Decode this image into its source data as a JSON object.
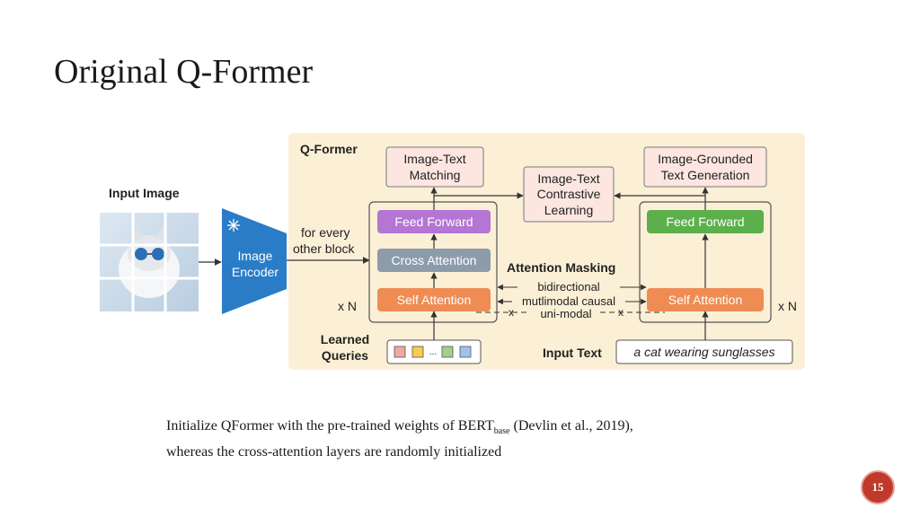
{
  "slide": {
    "title": "Original Q-Former",
    "page_number": "15"
  },
  "diagram": {
    "input_image_label": "Input Image",
    "image_encoder": [
      "Image",
      "Encoder"
    ],
    "frozen_icon": "snowflake-icon",
    "qformer_label": "Q-Former",
    "for_every_other_block": [
      "for every",
      "other block"
    ],
    "left_tower": {
      "feed_forward": "Feed Forward",
      "cross_attention": "Cross Attention",
      "self_attention": "Self Attention",
      "repeat": "x N"
    },
    "right_tower": {
      "feed_forward": "Feed Forward",
      "self_attention": "Self Attention",
      "repeat": "x N"
    },
    "objectives": {
      "itm": [
        "Image-Text",
        "Matching"
      ],
      "itc": [
        "Image-Text",
        "Contrastive",
        "Learning"
      ],
      "itg": [
        "Image-Grounded",
        "Text Generation"
      ]
    },
    "attention_masking": {
      "title": "Attention Masking",
      "bidirectional": "bidirectional",
      "multimodal_causal": "mutlimodal causal",
      "unimodal": "uni-modal",
      "x_mark": "x"
    },
    "learned_queries": [
      "Learned",
      "Queries"
    ],
    "query_dots": "...",
    "input_text_label": "Input Text",
    "input_text_value": "a cat wearing sunglasses",
    "colors": {
      "panel_bg": "#fbf0d6",
      "objective_fill": "#fde6e0",
      "feed_forward_left": "#b475d3",
      "feed_forward_right": "#5bb04b",
      "cross_attention": "#8d9cab",
      "self_attention": "#ee8c54",
      "encoder": "#2a7cc6",
      "query_colors": [
        "#f0a8a0",
        "#f7cc52",
        "#9fd08e",
        "#9fc1ea"
      ]
    }
  },
  "caption": {
    "line1_before": "Initialize QFormer with the pre-trained weights of BERT",
    "line1_sub": "base",
    "line1_after": " (Devlin et al., 2019),",
    "line2": "whereas the cross-attention layers are randomly initialized"
  }
}
